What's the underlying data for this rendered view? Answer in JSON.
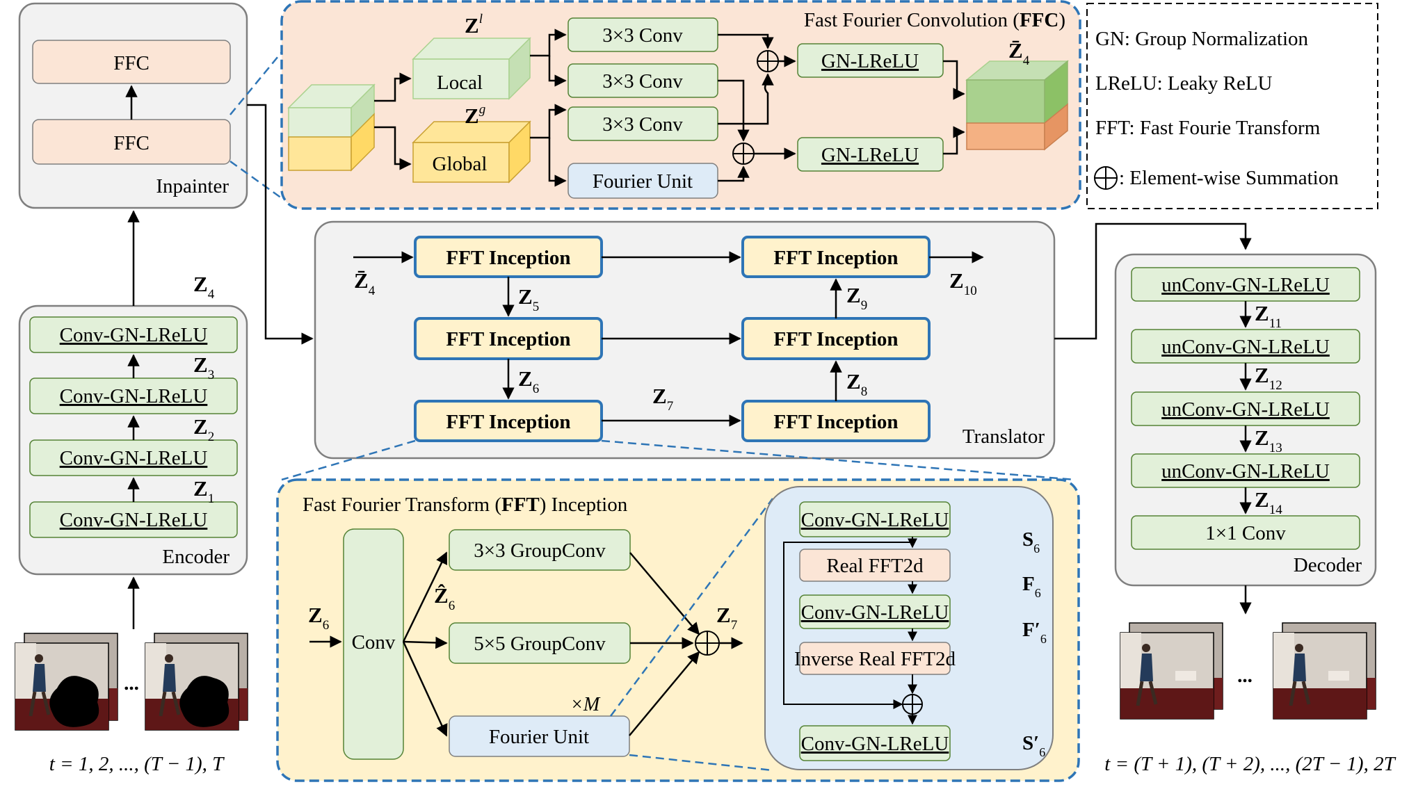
{
  "inpainter": {
    "title": "Inpainter",
    "ffc_top": "FFC",
    "ffc_bottom": "FFC"
  },
  "encoder": {
    "title": "Encoder",
    "blocks": [
      "Conv-GN-LReLU",
      "Conv-GN-LReLU",
      "Conv-GN-LReLU",
      "Conv-GN-LReLU"
    ],
    "z_labels": [
      {
        "base": "Z",
        "sub": "1"
      },
      {
        "base": "Z",
        "sub": "2"
      },
      {
        "base": "Z",
        "sub": "3"
      },
      {
        "base": "Z",
        "sub": "4"
      }
    ]
  },
  "ffc": {
    "title_prefix": "Fast Fourier Convolution (",
    "title_bold": "FFC",
    "title_suffix": ")",
    "local_label": "Local",
    "global_label": "Global",
    "z_local": {
      "base": "Z",
      "sup": "l"
    },
    "z_global": {
      "base": "Z",
      "sup": "g"
    },
    "z_out": {
      "base": "Z̄",
      "sub": "4"
    },
    "conv_labels": [
      "3×3 Conv",
      "3×3 Conv",
      "3×3 Conv"
    ],
    "fourier_unit": "Fourier Unit",
    "gn_labels": [
      "GN-LReLU",
      "GN-LReLU"
    ]
  },
  "legend": {
    "items": [
      "GN: Group Normalization",
      "LReLU: Leaky ReLU",
      "FFT: Fast Fourie Transform",
      ": Element-wise Summation"
    ]
  },
  "translator": {
    "title": "Translator",
    "block_label": "FFT Inception",
    "z_in": {
      "base": "Z̄",
      "sub": "4"
    },
    "z_labels": [
      {
        "base": "Z",
        "sub": "5"
      },
      {
        "base": "Z",
        "sub": "6"
      },
      {
        "base": "Z",
        "sub": "7"
      },
      {
        "base": "Z",
        "sub": "8"
      },
      {
        "base": "Z",
        "sub": "9"
      },
      {
        "base": "Z",
        "sub": "10"
      }
    ]
  },
  "decoder": {
    "title": "Decoder",
    "blocks": [
      "unConv-GN-LReLU",
      "unConv-GN-LReLU",
      "unConv-GN-LReLU",
      "unConv-GN-LReLU",
      "1×1 Conv"
    ],
    "z_labels": [
      {
        "base": "Z",
        "sub": "11"
      },
      {
        "base": "Z",
        "sub": "12"
      },
      {
        "base": "Z",
        "sub": "13"
      },
      {
        "base": "Z",
        "sub": "14"
      }
    ]
  },
  "fft_inception": {
    "title_prefix": "Fast Fourier Transform (",
    "title_bold": "FFT",
    "title_suffix": ") Inception",
    "conv": "Conv",
    "gconv3": "3×3 GroupConv",
    "gconv5": "5×5 GroupConv",
    "fourier_unit": "Fourier Unit",
    "times_m": "×M",
    "z_in": {
      "base": "Z",
      "sub": "6"
    },
    "z_hat": {
      "base": "Ẑ",
      "sub": "6"
    },
    "z_out": {
      "base": "Z",
      "sub": "7"
    }
  },
  "fourier_unit_detail": {
    "blocks": [
      "Conv-GN-LReLU",
      "Real FFT2d",
      "Conv-GN-LReLU",
      "Inverse Real FFT2d",
      "Conv-GN-LReLU"
    ],
    "labels": [
      {
        "base": "S",
        "sub": "6"
      },
      {
        "base": "F",
        "sub": "6"
      },
      {
        "base": "F′",
        "sub": "6"
      },
      {
        "base": "S′",
        "sub": "6"
      }
    ]
  },
  "captions": {
    "input_time": "t = 1, 2, ..., (T − 1), T",
    "output_time": "t = (T + 1), (T + 2), ..., (2T − 1), 2T",
    "ellipsis": "..."
  },
  "colors": {
    "orange_box": "#fbe5d6",
    "green_box": "#e2f0d9",
    "blue_box": "#deebf7",
    "yellow_box": "#fff2cc",
    "gray_panel": "#f2f2f2",
    "dashed_blue": "#2e75b6",
    "block_border": "#2e75b6"
  }
}
